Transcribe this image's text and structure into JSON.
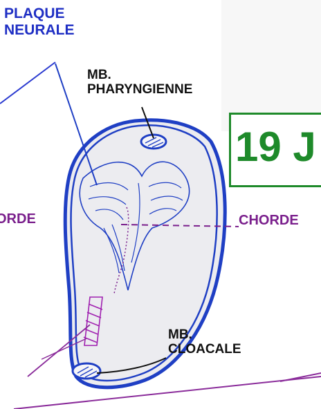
{
  "labels": {
    "plaque_neurale": "PLAQUE\nNEURALE",
    "mb_pharyngienne": "MB.\nPHARYNGIENNE",
    "chorde_left": "ORDE",
    "chorde_right": "CHORDE",
    "mb_cloacale": "MB.\nCLOACALE",
    "day": "19 J"
  },
  "colors": {
    "outline_blue": "#1f3fc4",
    "chorde_purple": "#7a1f8c",
    "day_green": "#1e8a2a",
    "disc_fill": "#e9e9ee"
  }
}
